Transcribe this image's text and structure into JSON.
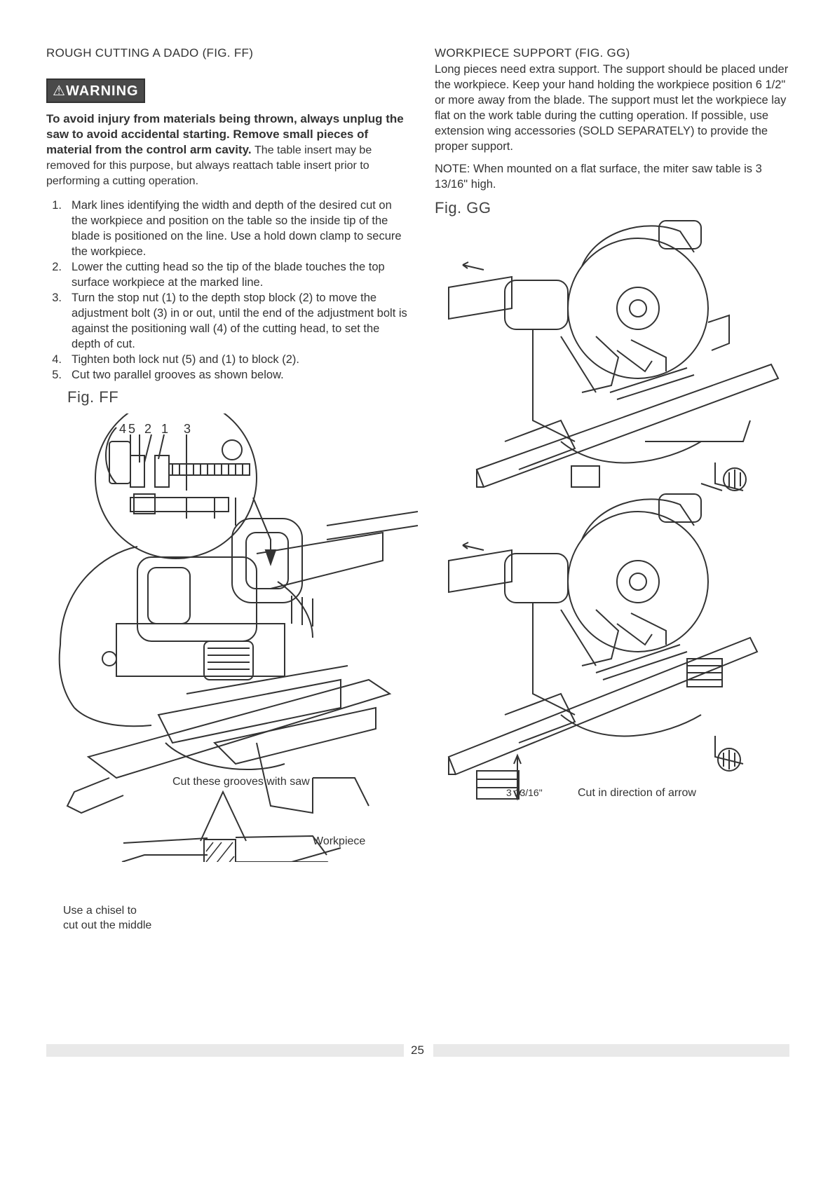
{
  "left": {
    "heading": "ROUGH CUTTING A DADO (FIG. FF)",
    "warning_label": "WARNING",
    "warning_bold": "To avoid injury from materials being thrown, always unplug the saw to avoid accidental starting. Remove small pieces of material from the control arm cavity.",
    "warning_rest": "The table insert may be removed for this purpose, but always reattach table insert prior to performing a cutting operation.",
    "steps": [
      {
        "num": "1.",
        "text": "Mark lines identifying the width and depth of the desired cut on the workpiece and position on the table so the inside tip of the blade is positioned on the line. Use a hold down clamp to secure the workpiece."
      },
      {
        "num": "2.",
        "text": "Lower the cutting head so the tip of the blade touches the top surface workpiece at the marked line."
      },
      {
        "num": "3.",
        "text": "Turn the stop nut (1) to the depth stop block (2) to move the adjustment bolt (3) in or out, until the end of the adjustment bolt is against the positioning wall (4) of the cutting head, to set the depth of cut."
      },
      {
        "num": "4.",
        "text": "Tighten both lock nut (5) and (1) to block (2)."
      },
      {
        "num": "5.",
        "text": "Cut two parallel grooves as shown below."
      }
    ],
    "fig_label": "Fig. FF",
    "callouts": {
      "n4": "4",
      "n5": "5",
      "n2": "2",
      "n1": "1",
      "n3": "3"
    },
    "groove_caption": "Cut these grooves with saw",
    "workpiece_label": "Workpiece",
    "chisel_line1": "Use a chisel to",
    "chisel_line2": "cut out the middle"
  },
  "right": {
    "heading": "WORKPIECE SUPPORT (FIG. GG)",
    "paragraph": "Long pieces need extra support. The support should be placed under the workpiece. Keep your hand holding the workpiece position 6 1/2\" or more away from the blade. The support must let the workpiece lay flat on the work table during the cutting operation. If possible, use extension wing accessories (SOLD SEPARATELY) to provide the proper support.",
    "note_label": "NOTE:",
    "note_text": "When mounted on a flat surface, the miter saw table is 3 13/16\" high.",
    "fig_label": "Fig. GG",
    "height_label": "3 13/16\"",
    "direction_caption": "Cut in direction of arrow"
  },
  "page_number": "25"
}
